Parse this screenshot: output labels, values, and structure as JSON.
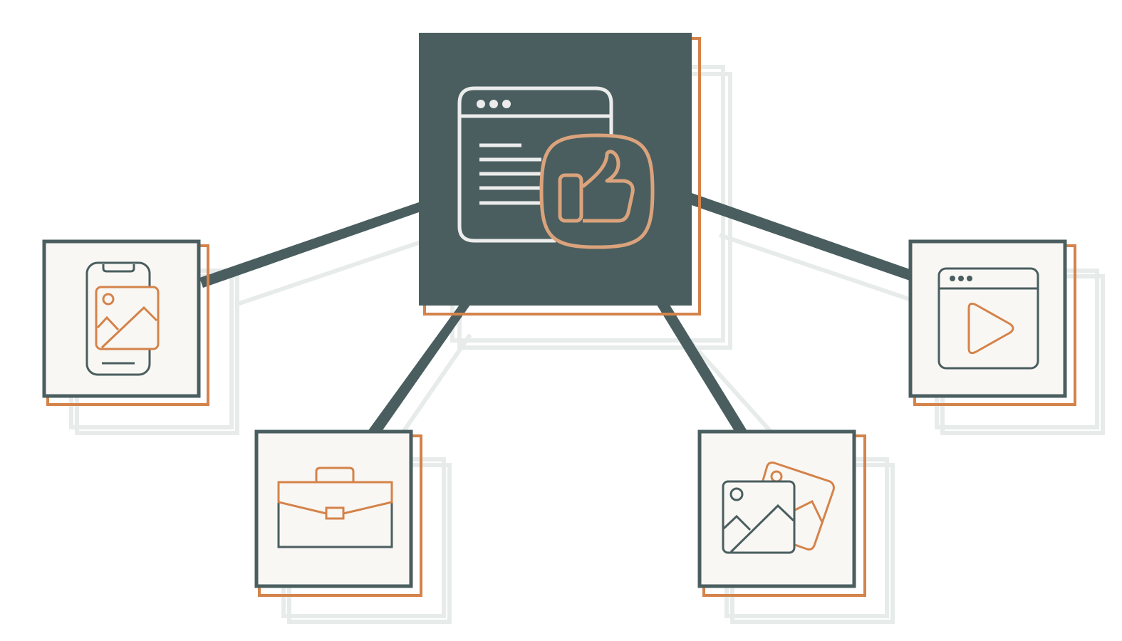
{
  "colors": {
    "background": "#ffffff",
    "dark": "#4a5e5f",
    "accent": "#d4834a",
    "accent_light": "#dba37c",
    "tile_fill": "#f9f7f4",
    "shadow": "#e7eceb",
    "hub_icon_line": "#ececec"
  },
  "diagram": {
    "hub": {
      "icon": "browser-thumbs-up-icon"
    },
    "nodes": [
      {
        "id": "mobile",
        "icon": "mobile-gallery-icon"
      },
      {
        "id": "briefcase",
        "icon": "briefcase-icon"
      },
      {
        "id": "photos",
        "icon": "photos-icon"
      },
      {
        "id": "video",
        "icon": "video-player-icon"
      }
    ]
  }
}
